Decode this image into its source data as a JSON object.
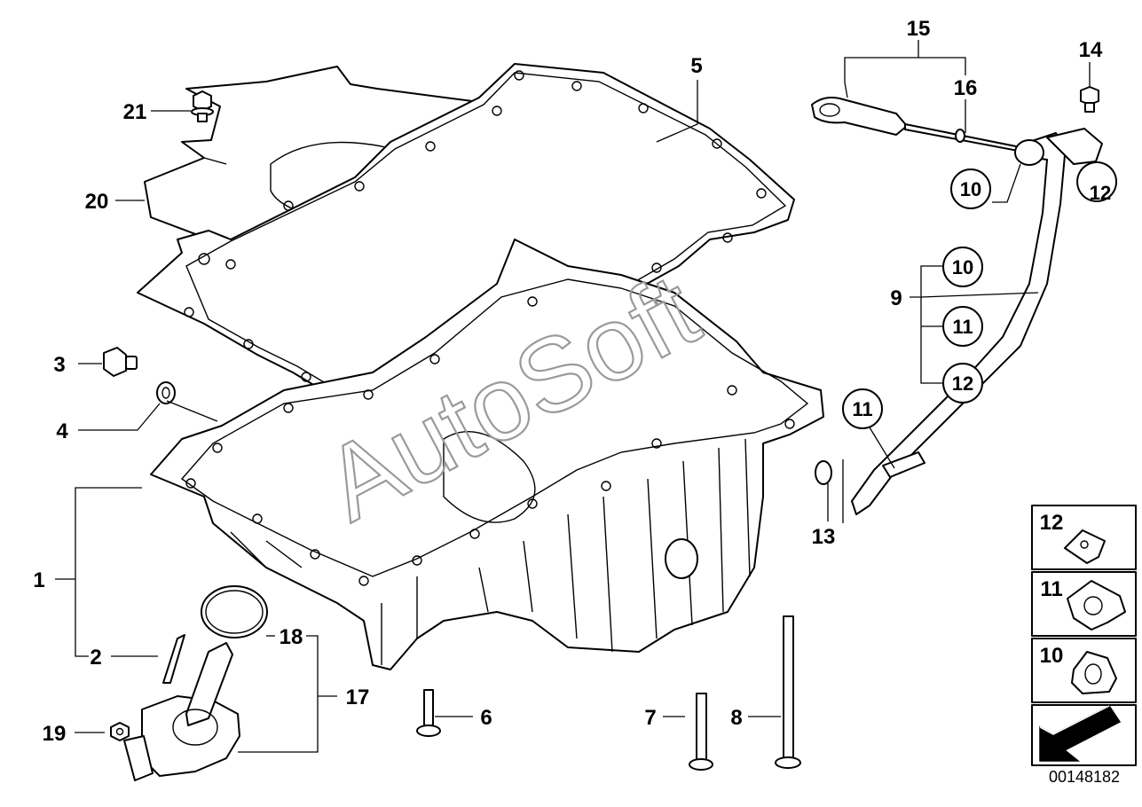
{
  "callouts": [
    {
      "id": "c1",
      "text": "1"
    },
    {
      "id": "c2",
      "text": "2"
    },
    {
      "id": "c3",
      "text": "3"
    },
    {
      "id": "c4",
      "text": "4"
    },
    {
      "id": "c5",
      "text": "5"
    },
    {
      "id": "c6",
      "text": "6"
    },
    {
      "id": "c7",
      "text": "7"
    },
    {
      "id": "c8",
      "text": "8"
    },
    {
      "id": "c9",
      "text": "9"
    },
    {
      "id": "c13",
      "text": "13"
    },
    {
      "id": "c14",
      "text": "14"
    },
    {
      "id": "c15",
      "text": "15"
    },
    {
      "id": "c16",
      "text": "16"
    },
    {
      "id": "c17",
      "text": "17"
    },
    {
      "id": "c18",
      "text": "18"
    },
    {
      "id": "c19",
      "text": "19"
    },
    {
      "id": "c20",
      "text": "20"
    },
    {
      "id": "c21",
      "text": "21"
    }
  ],
  "circled_refs": {
    "top_a": "10",
    "top_b": "12",
    "group_a": "10",
    "group_b": "11",
    "group_c": "12",
    "tube": "11"
  },
  "legend": {
    "row1": "12",
    "row2": "11",
    "row3": "10"
  },
  "watermark": "AutoSoft",
  "doc_number": "00148182"
}
